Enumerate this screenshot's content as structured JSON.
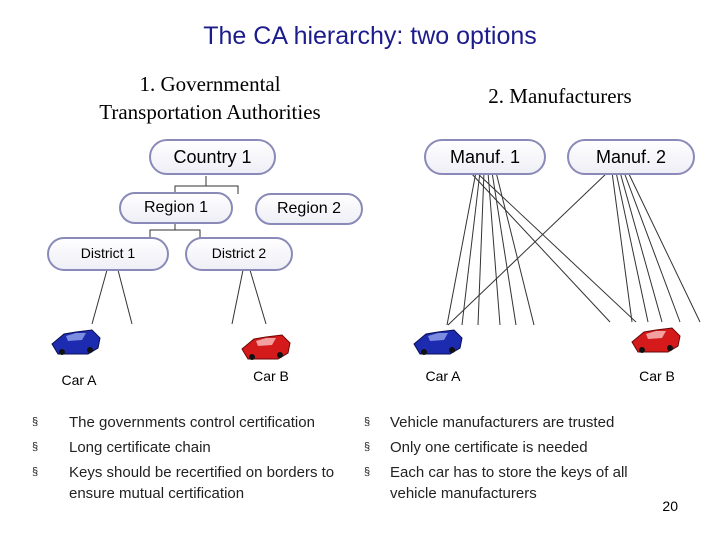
{
  "title": "The CA hierarchy: two options",
  "option1": {
    "heading_line1": "1. Governmental",
    "heading_line2": "Transportation Authorities",
    "nodes": {
      "country1": "Country 1",
      "region1": "Region 1",
      "region2": "Region 2",
      "district1": "District 1",
      "district2": "District 2"
    },
    "cars": {
      "car_a": "Car A",
      "car_b": "Car B"
    },
    "bullets": [
      "The governments control certification",
      "Long certificate chain",
      "Keys should be recertified on borders to",
      "ensure mutual certification"
    ]
  },
  "option2": {
    "heading": "2. Manufacturers",
    "nodes": {
      "manuf1": "Manuf. 1",
      "manuf2": "Manuf. 2"
    },
    "cars": {
      "car_a": "Car A",
      "car_b": "Car B"
    },
    "bullets": [
      "Vehicle manufacturers are trusted",
      "Only one certificate is needed",
      "Each car has to store the keys of all",
      "vehicle manufacturers"
    ]
  },
  "bullet_symbol": "§",
  "page_number": "20",
  "colors": {
    "title": "#1c1c8c",
    "node_border": "#8a8ab8",
    "car_blue": "#1c2bb0",
    "car_red": "#d41a1a"
  }
}
